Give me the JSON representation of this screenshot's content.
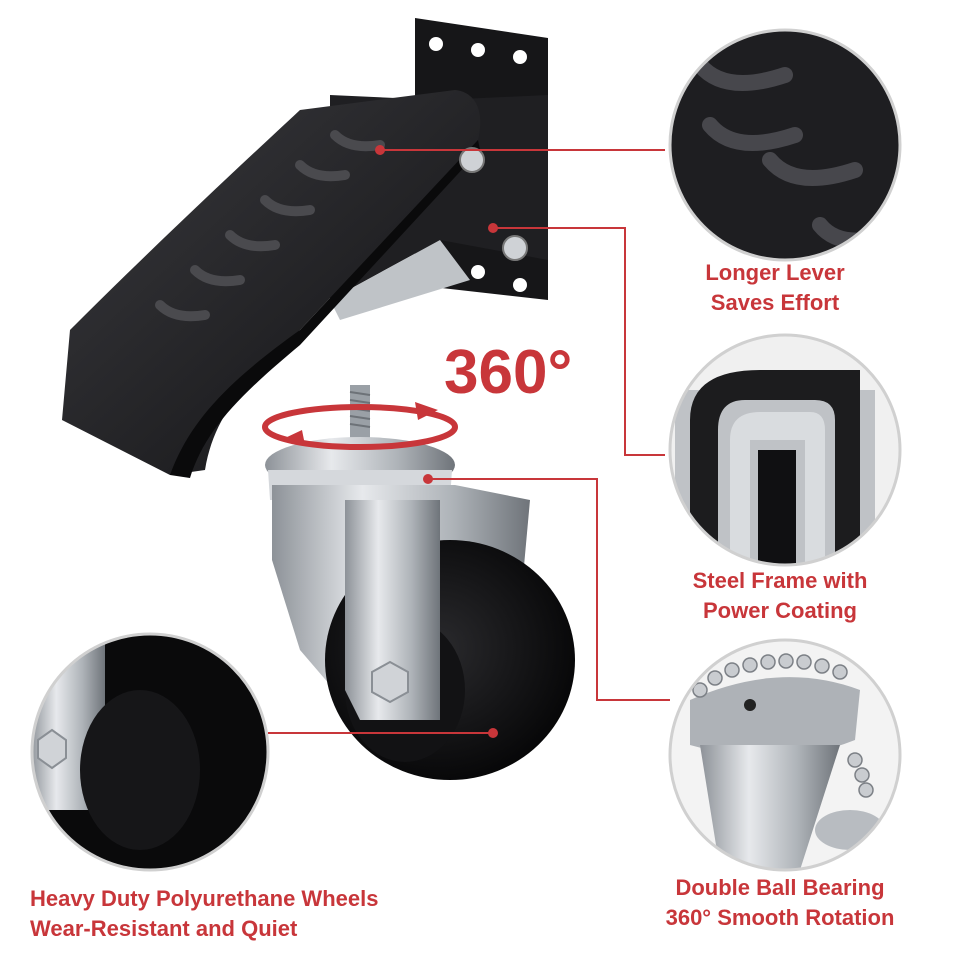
{
  "rotation": {
    "text": "360°"
  },
  "callouts": {
    "lever": {
      "line1": "Longer Lever",
      "line2": "Saves Effort"
    },
    "frame": {
      "line1": "Steel Frame with",
      "line2": "Power Coating"
    },
    "bearing": {
      "line1": "Double Ball Bearing",
      "line2": "360° Smooth Rotation"
    },
    "wheels": {
      "line1": "Heavy Duty Polyurethane Wheels",
      "line2": "Wear-Resistant and Quiet"
    }
  },
  "colors": {
    "accent": "#c8363a",
    "metal_dark": "#1c1c1e",
    "chrome": "#c9cdd2",
    "wheel": "#0b0b0c"
  }
}
